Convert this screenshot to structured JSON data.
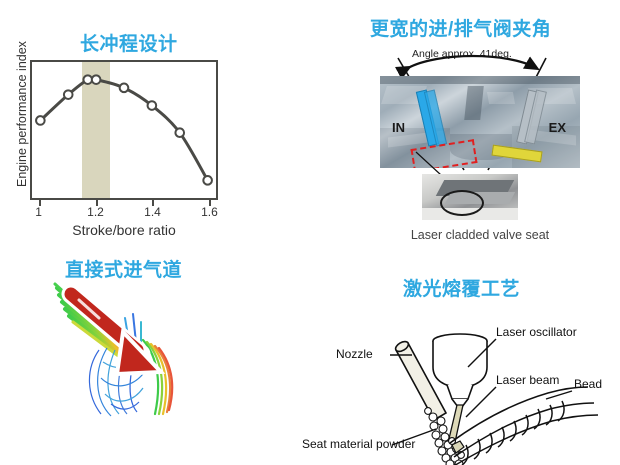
{
  "panels": {
    "stroke": {
      "title": "长冲程设计",
      "title_color": "#2fa8e0"
    },
    "valve": {
      "title": "更宽的进/排气阀夹角",
      "angle_note": "Angle approx. 41deg.",
      "label_in": "IN",
      "label_ex": "EX",
      "caption": "Laser cladded valve seat"
    },
    "port": {
      "title": "直接式进气道"
    },
    "laser": {
      "title": "激光熔覆工艺",
      "labels": {
        "oscillator": "Laser oscillator",
        "beam": "Laser beam",
        "bead": "Bead",
        "nozzle": "Nozzle",
        "powder": "Seat material powder"
      }
    }
  },
  "chart_data": {
    "type": "line",
    "title": "长冲程设计",
    "xlabel": "Stroke/bore ratio",
    "ylabel": "Engine performance index",
    "x": [
      1.0,
      1.1,
      1.17,
      1.2,
      1.3,
      1.4,
      1.5,
      1.6
    ],
    "values": [
      57,
      76,
      87,
      87,
      81,
      68,
      48,
      13
    ],
    "tick_labels": [
      "1",
      "1.2",
      "1.4",
      "1.6"
    ],
    "tick_values": [
      1.0,
      1.2,
      1.4,
      1.6
    ],
    "xlim": [
      0.97,
      1.63
    ],
    "ylim": [
      0,
      100
    ],
    "grid": false,
    "legend": "none",
    "marker": "open-circle",
    "line_color": "#4a4a46",
    "marker_fill": "#ffffff",
    "highlight_band": {
      "from": 1.15,
      "to": 1.25,
      "color": "#d9d6bd"
    }
  }
}
